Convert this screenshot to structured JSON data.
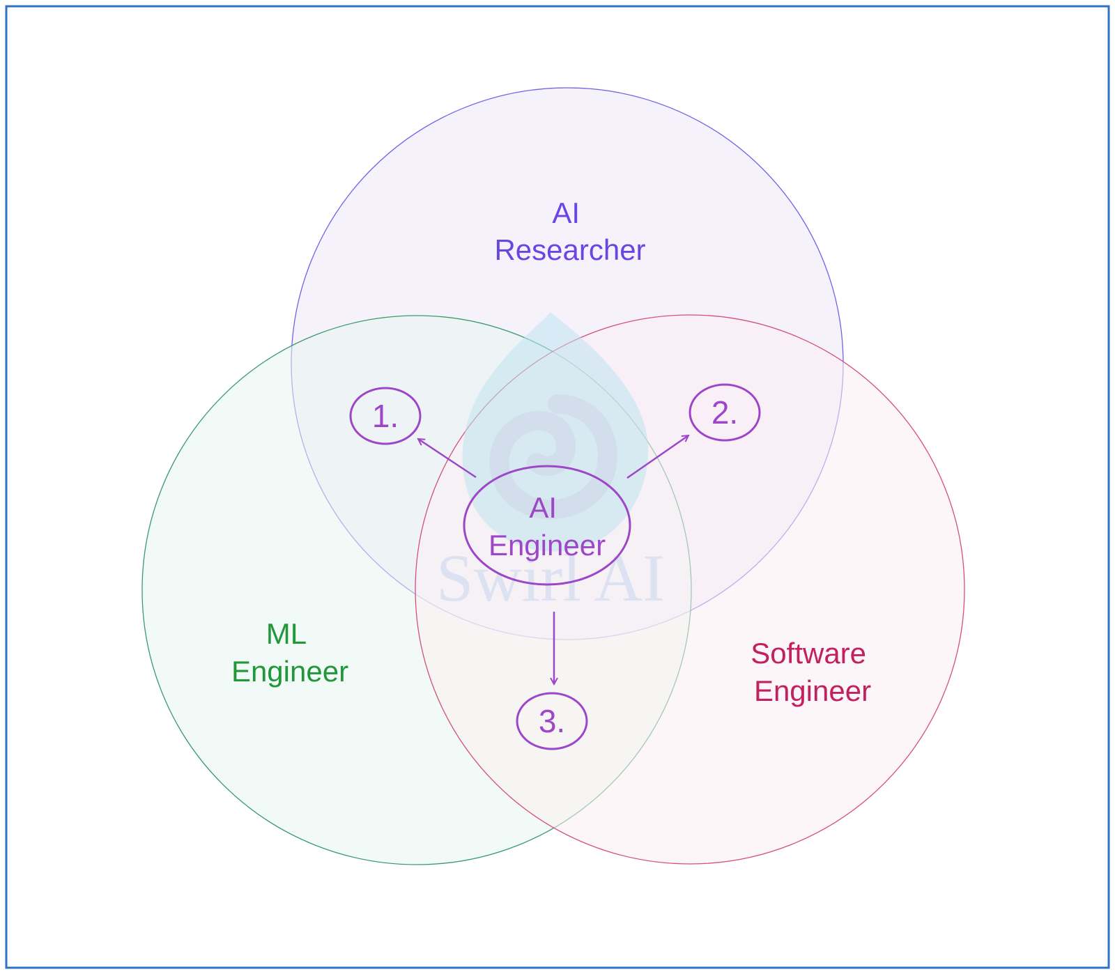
{
  "diagram": {
    "circles": [
      {
        "id": "ai-researcher",
        "lines": [
          "AI",
          "Researcher"
        ],
        "stroke": "#6f63e6",
        "fill": "#ece8f9",
        "text_color": "#6a45e0"
      },
      {
        "id": "ml-engineer",
        "lines": [
          "ML",
          "Engineer"
        ],
        "stroke": "#3a9a6a",
        "fill": "#e7f6f1",
        "text_color": "#22963a"
      },
      {
        "id": "software-engineer",
        "lines": [
          "Software",
          "Engineer"
        ],
        "stroke": "#d4507a",
        "fill": "#fbeef3",
        "text_color": "#c2205e"
      }
    ],
    "center": {
      "lines": [
        "AI",
        "Engineer"
      ],
      "color": "#9d46c8"
    },
    "markers": [
      "1.",
      "2.",
      "3."
    ],
    "marker_color": "#9d46c8",
    "watermark": {
      "text": "Swirl AI",
      "color": "#c9d6f0",
      "icon": "swirl-drop-icon"
    },
    "frame_color": "#2f72c6"
  }
}
